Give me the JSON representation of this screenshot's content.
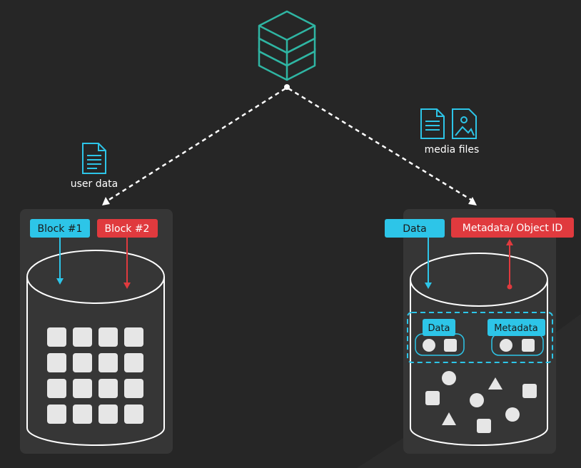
{
  "left": {
    "caption": "user data",
    "tag_1": "Block #1",
    "tag_2": "Block #2",
    "tile_grid": {
      "rows": 4,
      "cols": 4
    }
  },
  "right": {
    "caption": "media files",
    "tag_data": "Data",
    "tag_meta": "Metadata/ Object ID",
    "inner_data": "Data",
    "inner_meta": "Metadata"
  },
  "colors": {
    "background": "#262626",
    "panel": "#363636",
    "cyan": "#2dc5e8",
    "red": "#e03a3e",
    "teal": "#2fb5a3",
    "line": "#ffffff"
  },
  "icons": {
    "server": "server-stack-icon",
    "document": "document-icon",
    "image": "image-file-icon"
  }
}
